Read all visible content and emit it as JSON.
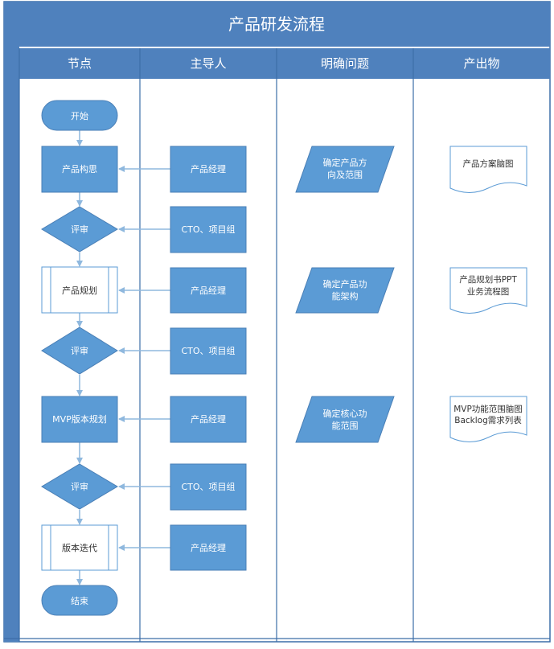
{
  "title": "产品研发流程",
  "columns": [
    "节点",
    "主导人",
    "明确问题",
    "产出物"
  ],
  "colors": {
    "header_bg": "#4F81BD",
    "lane_line": "#3C6EA8",
    "shape_fill": "#5B9BD5",
    "shape_stroke": "#4A7FB6",
    "connector": "#8FB8DE",
    "white": "#FFFFFF"
  },
  "nodes": {
    "start": "开始",
    "concept": "产品构思",
    "review1": "评审",
    "planning": "产品规划",
    "review2": "评审",
    "mvp": "MVP版本规划",
    "review3": "评审",
    "iteration": "版本迭代",
    "end": "结束"
  },
  "owners": {
    "o1": "产品经理",
    "o2": "CTO、项目组",
    "o3": "产品经理",
    "o4": "CTO、项目组",
    "o5": "产品经理",
    "o6": "CTO、项目组",
    "o7": "产品经理"
  },
  "questions": {
    "q1": [
      "确定产品方",
      "向及范围"
    ],
    "q2": [
      "确定产品功",
      "能架构"
    ],
    "q3": [
      "确定核心功",
      "能范围"
    ]
  },
  "outputs": {
    "d1": [
      "产品方案脑图"
    ],
    "d2": [
      "产品规划书PPT",
      "业务流程图"
    ],
    "d3": [
      "MVP功能范围脑图",
      "Backlog需求列表"
    ]
  }
}
